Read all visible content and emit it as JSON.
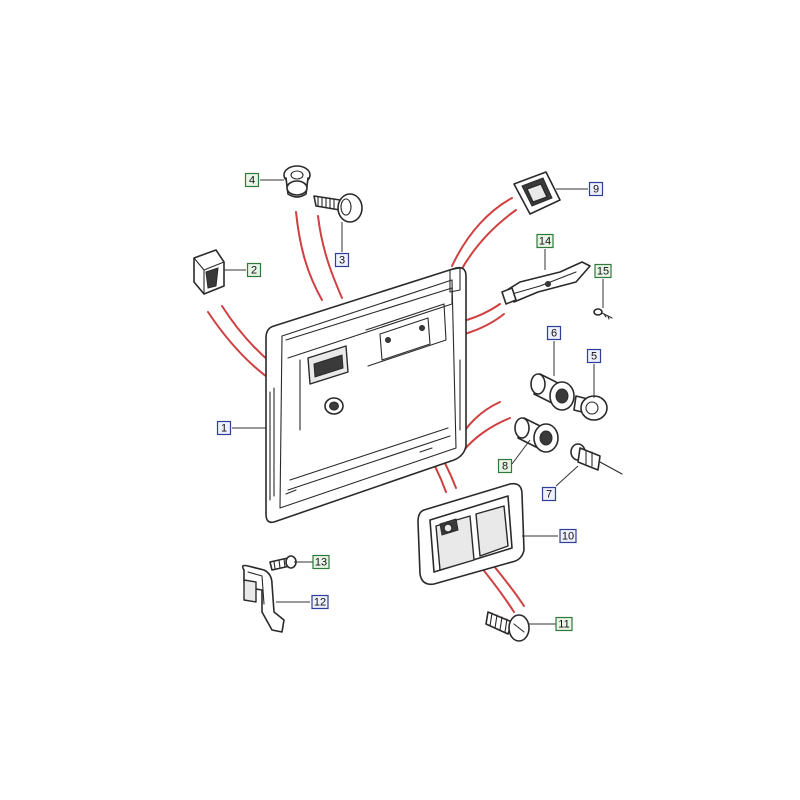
{
  "callouts": [
    {
      "label": "1",
      "key": "door-trim-panel",
      "scheme": "blue"
    },
    {
      "label": "2",
      "key": "fastener-clip",
      "scheme": "green"
    },
    {
      "label": "3",
      "key": "push-rivet",
      "scheme": "blue"
    },
    {
      "label": "4",
      "key": "grommet",
      "scheme": "green"
    },
    {
      "label": "5",
      "key": "plug-cap",
      "scheme": "blue"
    },
    {
      "label": "6",
      "key": "bush-sleeve",
      "scheme": "blue"
    },
    {
      "label": "7",
      "key": "push-pin",
      "scheme": "blue"
    },
    {
      "label": "8",
      "key": "bush-collar",
      "scheme": "green"
    },
    {
      "label": "9",
      "key": "lock-bezel",
      "scheme": "blue"
    },
    {
      "label": "10",
      "key": "handle-bezel",
      "scheme": "blue"
    },
    {
      "label": "11",
      "key": "screw",
      "scheme": "green"
    },
    {
      "label": "12",
      "key": "bracket",
      "scheme": "blue"
    },
    {
      "label": "13",
      "key": "bolt",
      "scheme": "green"
    },
    {
      "label": "14",
      "key": "pull-handle",
      "scheme": "green"
    },
    {
      "label": "15",
      "key": "small-screw",
      "scheme": "green"
    }
  ],
  "colors": {
    "outline": "#2a2a2a",
    "leader_red": "#d04040",
    "callout_blue_stroke": "#2f3f9a",
    "callout_blue_fill": "#eef0fb",
    "callout_green_stroke": "#2f7a3a",
    "callout_green_fill": "#e8f5e6"
  }
}
